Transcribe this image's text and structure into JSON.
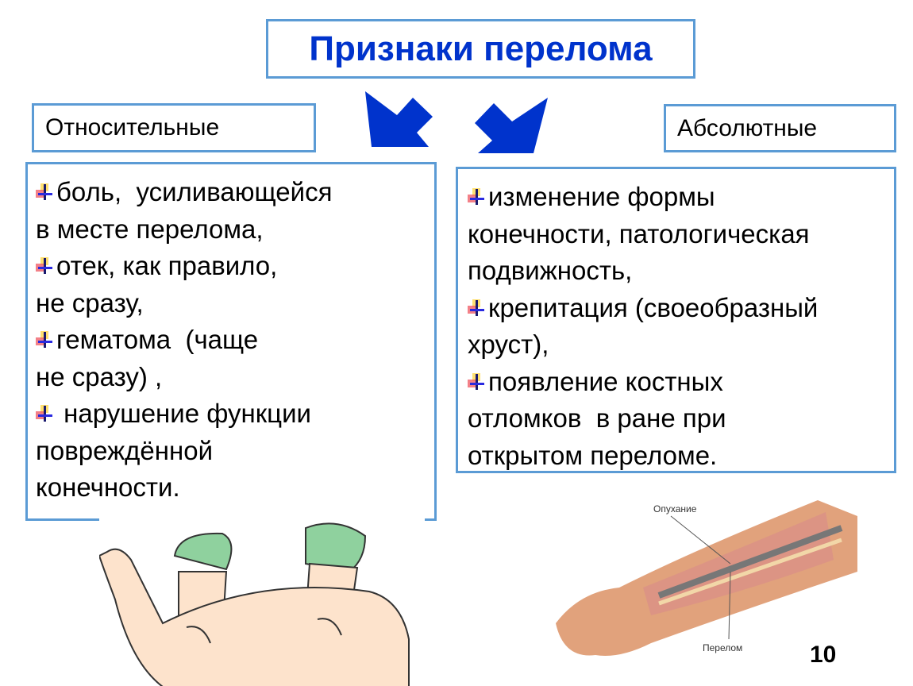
{
  "title": "Признаки перелома",
  "left": {
    "label": "Относительные",
    "lines": [
      {
        "bullet": true,
        "text": "боль,  усиливающейся"
      },
      {
        "bullet": false,
        "text": "в месте перелома,"
      },
      {
        "bullet": true,
        "text": "отек, как правило,"
      },
      {
        "bullet": false,
        "text": "не сразу,"
      },
      {
        "bullet": true,
        "text": "гематома  (чаще"
      },
      {
        "bullet": false,
        "text": "не сразу) ,"
      },
      {
        "bullet": true,
        "text": " нарушение функции"
      },
      {
        "bullet": false,
        "text": "повреждённой"
      },
      {
        "bullet": false,
        "text": "конечности."
      }
    ]
  },
  "right": {
    "label": "Абсолютные",
    "lines": [
      {
        "bullet": true,
        "text": "изменение формы"
      },
      {
        "bullet": false,
        "text": "конечности, патологическая"
      },
      {
        "bullet": false,
        "text": "подвижность,"
      },
      {
        "bullet": true,
        "text": "крепитация (своеобразный"
      },
      {
        "bullet": false,
        "text": "хруст),"
      },
      {
        "bullet": true,
        "text": "появление костных"
      },
      {
        "bullet": false,
        "text": "отломков  в ране при"
      },
      {
        "bullet": false,
        "text": "открытом переломе."
      }
    ]
  },
  "arm_image": {
    "caption_top": "Опухание",
    "caption_bottom": "Перелом"
  },
  "page_number": "10",
  "colors": {
    "border": "#5b9bd5",
    "title": "#0033cc",
    "arrow": "#0033cc"
  }
}
